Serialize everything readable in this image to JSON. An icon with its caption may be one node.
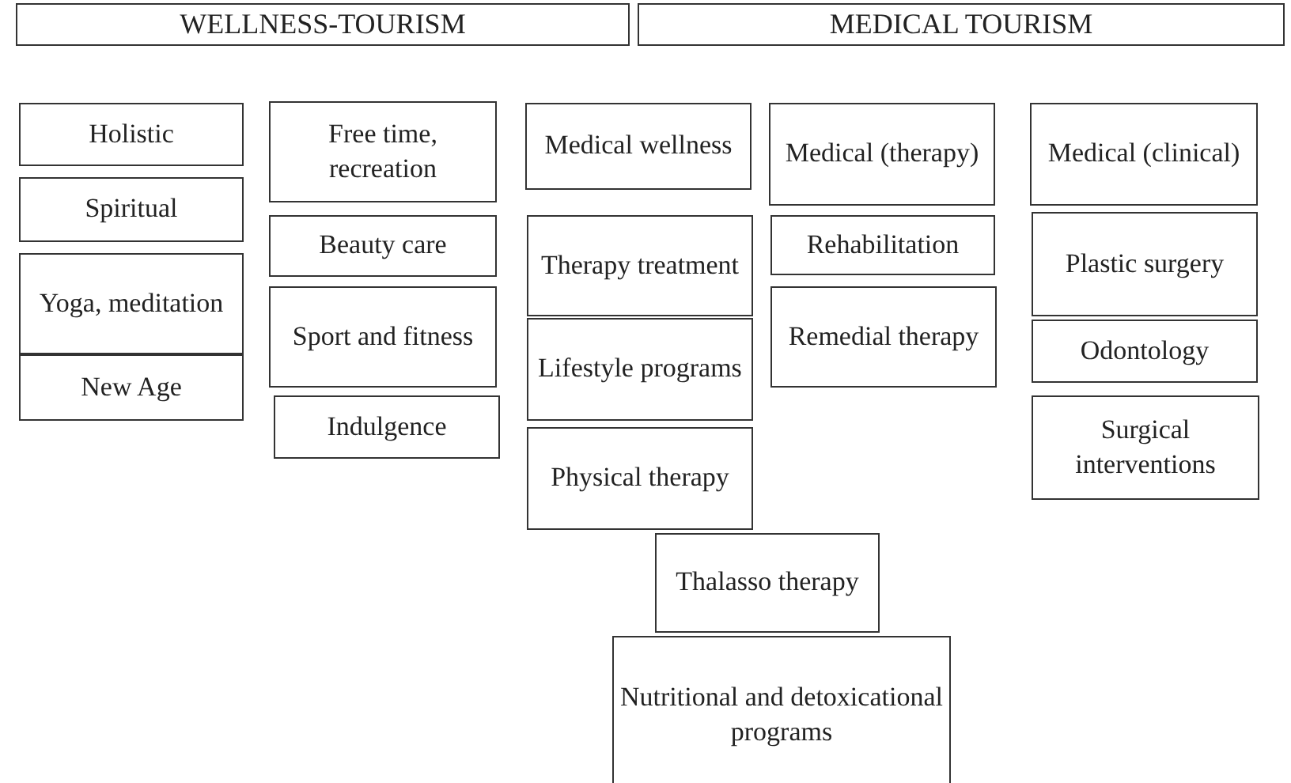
{
  "diagram": {
    "nodes": [
      {
        "text": [
          "WELLNESS-TOURISM"
        ]
      },
      {
        "text": [
          "MEDICAL TOURISM"
        ]
      },
      {
        "text": [
          "Holistic"
        ]
      },
      {
        "text": [
          "Free time, recreation"
        ]
      },
      {
        "text": [
          "Medical wellness"
        ]
      },
      {
        "text": [
          "Medical (therapy)"
        ]
      },
      {
        "text": [
          "Medical (clinical)"
        ]
      },
      {
        "text": [
          "Spiritual"
        ]
      },
      {
        "text": [
          "Beauty care"
        ]
      },
      {
        "text": [
          "Therapy treatment"
        ]
      },
      {
        "text": [
          "Rehabilitation"
        ]
      },
      {
        "text": [
          "Plastic surgery"
        ]
      },
      {
        "text": [
          "Yoga, meditation"
        ]
      },
      {
        "text": [
          "Sport and fitness"
        ]
      },
      {
        "text": [
          "Lifestyle programs"
        ]
      },
      {
        "text": [
          "Remedial therapy"
        ]
      },
      {
        "text": [
          "New Age"
        ]
      },
      {
        "text": [
          "Odontology"
        ]
      },
      {
        "text": [
          "Indulgence"
        ]
      },
      {
        "text": [
          "Physical therapy"
        ]
      },
      {
        "text": [
          "Surgical interventions"
        ]
      },
      {
        "text": [
          "Thalasso therapy"
        ]
      },
      {
        "text": [
          "Nutritional and detoxicational programs"
        ]
      }
    ]
  }
}
